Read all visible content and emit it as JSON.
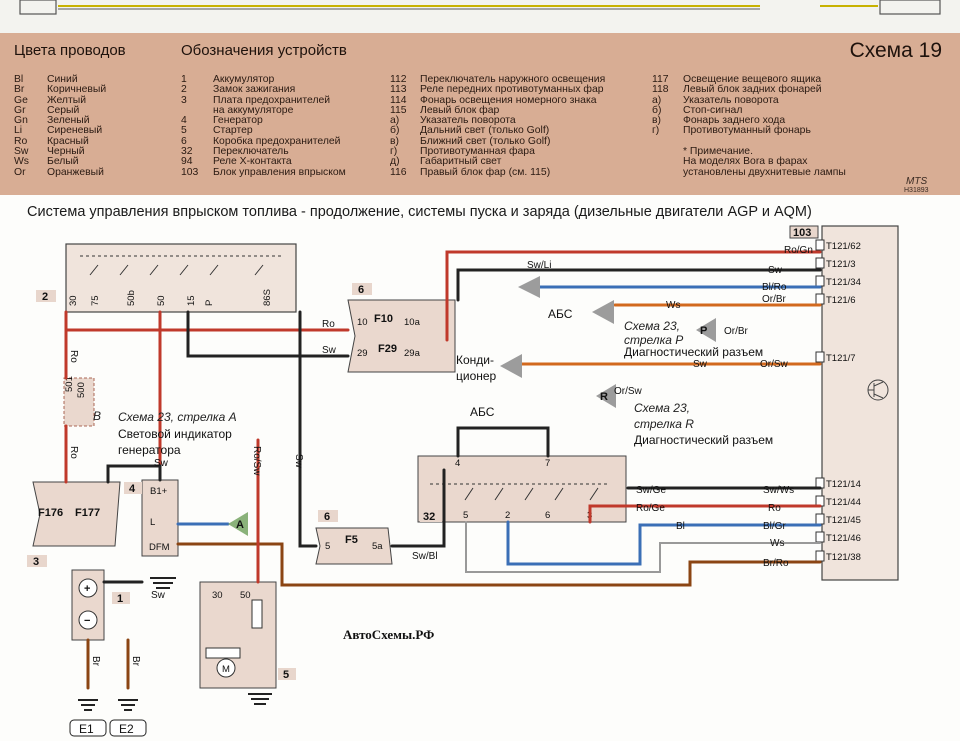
{
  "scheme_title": "Схема 19",
  "colors_header": "Цвета проводов",
  "devices_header": "Обозначения устройств",
  "wire_colors": [
    {
      "code": "Bl",
      "name": "Синий"
    },
    {
      "code": "Br",
      "name": "Коричневый"
    },
    {
      "code": "Ge",
      "name": "Желтый"
    },
    {
      "code": "Gr",
      "name": "Серый"
    },
    {
      "code": "Gn",
      "name": "Зеленый"
    },
    {
      "code": "Li",
      "name": "Сиреневый"
    },
    {
      "code": "Ro",
      "name": "Красный"
    },
    {
      "code": "Sw",
      "name": "Черный"
    },
    {
      "code": "Ws",
      "name": "Белый"
    },
    {
      "code": "Or",
      "name": "Оранжевый"
    }
  ],
  "devices_col1": [
    {
      "num": "1",
      "name": "Аккумулятор"
    },
    {
      "num": "2",
      "name": "Замок зажигания"
    },
    {
      "num": "3",
      "name": "Плата предохранителей"
    },
    {
      "num": "",
      "name": "на аккумуляторе"
    },
    {
      "num": "4",
      "name": "Генератор"
    },
    {
      "num": "5",
      "name": "Стартер"
    },
    {
      "num": "6",
      "name": "Коробка предохранителей"
    },
    {
      "num": "32",
      "name": "Переключатель"
    },
    {
      "num": "94",
      "name": "Реле X-контакта"
    },
    {
      "num": "103",
      "name": "Блок управления впрыском"
    }
  ],
  "devices_col2": [
    {
      "num": "112",
      "name": "Переключатель наружного освещения"
    },
    {
      "num": "113",
      "name": "Реле передних противотуманных фар"
    },
    {
      "num": "114",
      "name": "Фонарь освещения номерного знака"
    },
    {
      "num": "115",
      "name": "Левый блок фар"
    },
    {
      "num": "а)",
      "name": "Указатель поворота"
    },
    {
      "num": "б)",
      "name": "Дальний свет (только Golf)"
    },
    {
      "num": "в)",
      "name": "Ближний свет (только Golf)"
    },
    {
      "num": "г)",
      "name": "Противотуманная фара"
    },
    {
      "num": "д)",
      "name": "Габаритный свет"
    },
    {
      "num": "116",
      "name": "Правый блок фар (см. 115)"
    }
  ],
  "devices_col3": [
    {
      "num": "117",
      "name": "Освещение вещевого ящика"
    },
    {
      "num": "118",
      "name": "Левый блок задних фонарей"
    },
    {
      "num": "а)",
      "name": "Указатель поворота"
    },
    {
      "num": "б)",
      "name": "Стоп-сигнал"
    },
    {
      "num": "в)",
      "name": "Фонарь заднего хода"
    },
    {
      "num": "г)",
      "name": "Противотуманный фонарь"
    },
    {
      "num": "",
      "name": ""
    },
    {
      "num": "",
      "name": "* Примечание."
    },
    {
      "num": "",
      "name": "На моделях Bora в фарах"
    },
    {
      "num": "",
      "name": "установлены двухнитевые лампы"
    }
  ],
  "mts": "MTS",
  "mts_code": "H31893",
  "diagram_title": "Система управления впрыском топлива - продолжение, системы пуска и заряда (дизельные двигатели AGP и AQM)",
  "ecu": {
    "tag": "103",
    "pins": [
      "T121/62",
      "T121/3",
      "T121/34",
      "T121/6",
      "T121/7",
      "T121/14",
      "T121/44",
      "T121/45",
      "T121/46",
      "T121/38"
    ]
  },
  "wires": {
    "ro_gn": "Ro/Gn",
    "sw_li": "Sw/Li",
    "sw": "Sw",
    "bl_ro": "Bl/Ro",
    "or_br": "Or/Br",
    "ws": "Ws",
    "ro": "Ro",
    "or_sw": "Or/Sw",
    "sw_ge": "Sw/Ge",
    "sw_ws": "Sw/Ws",
    "ro_ge": "Ro/Ge",
    "bl": "Bl",
    "bl_gr": "Bl/Gr",
    "br_ro": "Br/Ro",
    "sw_bl": "Sw/Bl",
    "ro_sw": "Ro/Sw",
    "br": "Br"
  },
  "ignition": {
    "tag": "2",
    "pins": [
      "30",
      "75",
      "50b",
      "50",
      "15",
      "P",
      "86S"
    ]
  },
  "fuses_top": {
    "tag": "6",
    "f10": "F10",
    "f29": "F29",
    "p10": "10",
    "p10a": "10a",
    "p29": "29",
    "p29a": "29a"
  },
  "fuses_bottom": {
    "tag": "6",
    "f5": "F5",
    "p5": "5",
    "p5a": "5a"
  },
  "battery_fuse": {
    "tag": "3",
    "f176": "F176",
    "f177": "F177"
  },
  "generator": {
    "tag": "4",
    "b1": "B1+",
    "l": "L",
    "dfm": "DFM"
  },
  "battery": {
    "tag": "1",
    "plus": "+",
    "minus": "−"
  },
  "starter": {
    "tag": "5",
    "p30": "30",
    "p50": "50",
    "m": "M"
  },
  "switch32": {
    "tag": "32",
    "pins": [
      "4",
      "7",
      "5",
      "2",
      "6",
      "3"
    ]
  },
  "relay94": {
    "p501": "501",
    "p500": "500",
    "b": "B"
  },
  "labels": {
    "abs1": "АБС",
    "abs2": "АБС",
    "scheme23p_1": "Схема 23,",
    "scheme23p_2": "стрелка P",
    "diag1": "Диагностический разъем",
    "cond1": "Конди-",
    "cond2": "ционер",
    "scheme23r_1": "Схема 23,",
    "scheme23r_2": "стрелка R",
    "diag2": "Диагностический разъем",
    "scheme23a": "Схема 23, стрелка A",
    "indicator1": "Световой индикатор",
    "indicator2": "генератора",
    "arrow_p": "P",
    "arrow_r": "R",
    "arrow_a": "A"
  },
  "grounds": [
    "E1",
    "E2"
  ],
  "watermark": "АвтоСхемы.РФ"
}
